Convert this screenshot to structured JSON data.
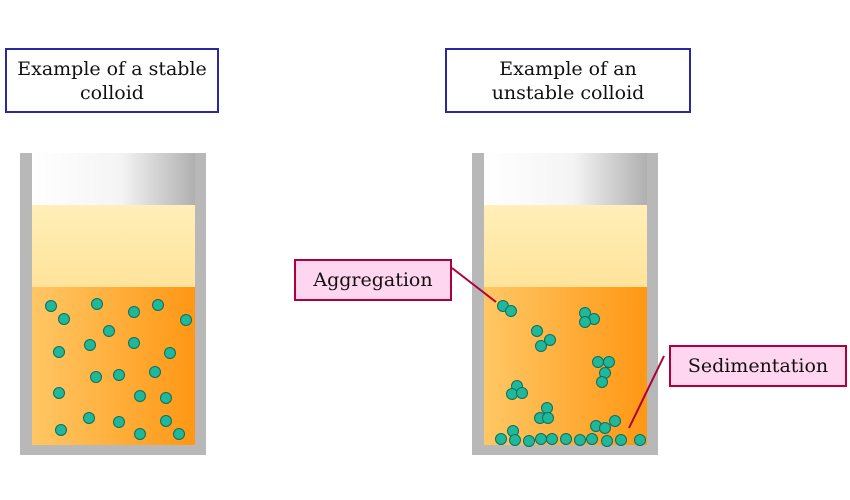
{
  "diagram": {
    "stable_title_line1": "Example of a stable",
    "stable_title_line2": "colloid",
    "unstable_title_line1": "Example of an",
    "unstable_title_line2": "unstable colloid",
    "label_aggregation": "Aggregation",
    "label_sedimentation": "Sedimentation"
  },
  "colors": {
    "title_border": "#2a2aa0",
    "callout_border": "#b0003a",
    "callout_fill": "#ffd6f0",
    "particle_fill": "#1fb89a",
    "particle_stroke": "#0d6e5c",
    "liquid_light": "#ffe9a8",
    "liquid_dark": "#ff9a12",
    "vessel_gray": "#b8b8b8"
  }
}
